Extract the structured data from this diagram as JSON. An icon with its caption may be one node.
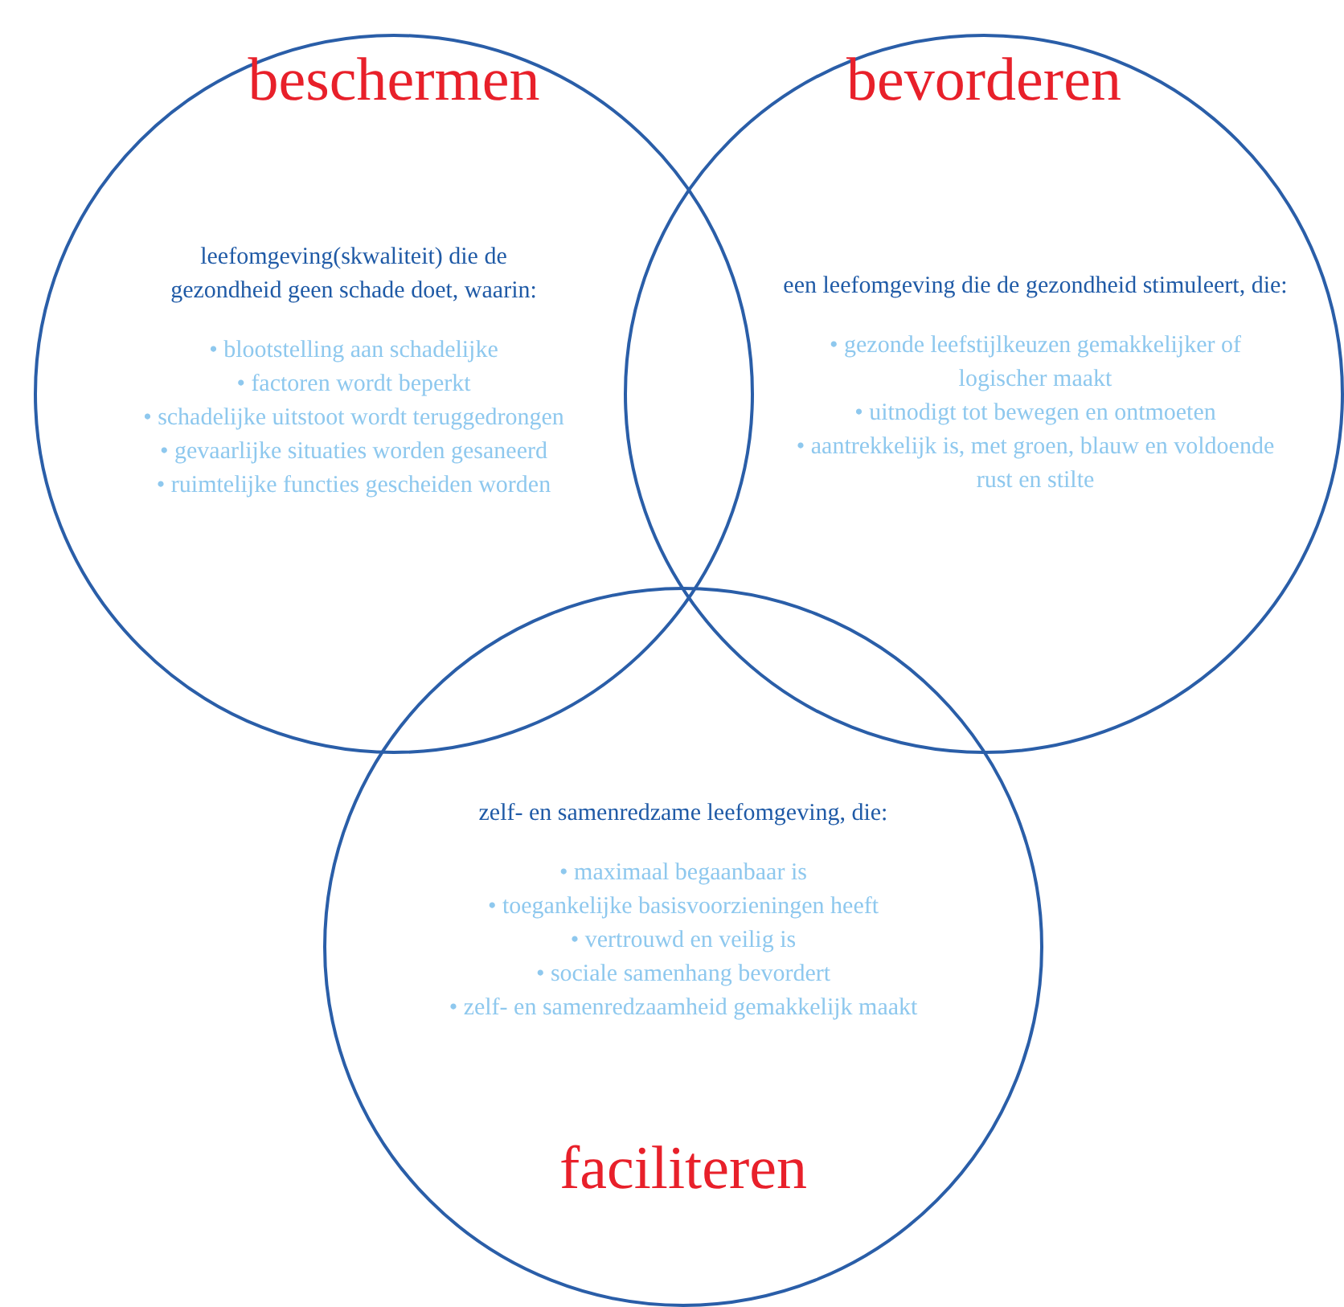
{
  "diagram": {
    "nodes": [
      {
        "text": [
          "beschermen",
          "leefomgeving(skwaliteit) die de gezondheid geen schade doet, waarin:",
          "• blootstelling aan schadelijke",
          "• factoren wordt beperkt",
          "• schadelijke uitstoot wordt teruggedrongen",
          "• gevaarlijke situaties worden gesaneerd",
          "• ruimtelijke functies gescheiden worden"
        ]
      },
      {
        "text": [
          "bevorderen",
          "een leefomgeving die de gezondheid stimuleert, die:",
          "• gezonde leefstijlkeuzen gemakkelijker of logischer maakt",
          "• uitnodigt tot bewegen en ontmoeten",
          "• aantrekkelijk is, met groen, blauw en voldoende rust en stilte"
        ]
      },
      {
        "text": [
          "zelf- en samenredzame leefomgeving, die:",
          "• maximaal begaanbaar is",
          "• toegankelijke basisvoorzieningen heeft",
          "• vertrouwd en veilig is",
          "• sociale samenhang bevordert",
          "• zelf- en samenredzaamheid gemakkelijk maakt",
          "faciliteren"
        ]
      }
    ],
    "edges": []
  }
}
